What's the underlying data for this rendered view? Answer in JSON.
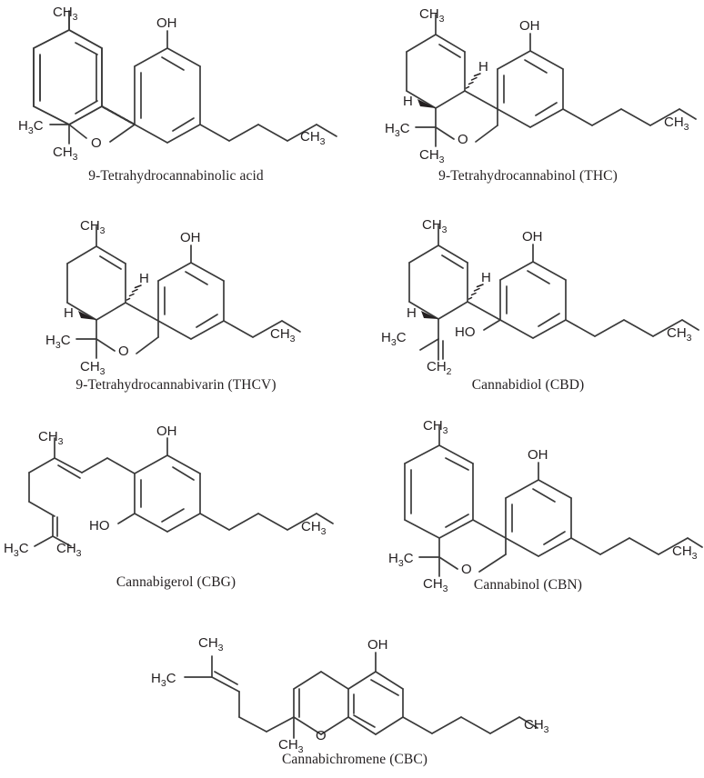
{
  "page": {
    "title": "Cannabinoid chemical structures",
    "background_color": "#ffffff",
    "bond_color": "#3a3a3a",
    "text_color": "#231f20",
    "columns": 2,
    "molecule_count": 7
  },
  "labels": {
    "ch3": "CH",
    "ch3_sub": "3",
    "h3c_h": "H",
    "h3c_sub": "3",
    "h3c_c": "C",
    "ch2": "CH",
    "ch2_sub": "2",
    "oh": "OH",
    "ho": "HO",
    "o": "O",
    "h": "H"
  },
  "molecules": [
    {
      "id": "thca",
      "caption": "9-Tetrahydrocannabinolic acid",
      "row": 1,
      "col": 1,
      "ring_system": "benzochromene",
      "side_chain": "pentyl",
      "substituents": [
        "CH3",
        "OH",
        "O",
        "H3C",
        "CH3",
        "CH3"
      ]
    },
    {
      "id": "thc",
      "caption": "9-Tetrahydrocannabinol (THC)",
      "row": 1,
      "col": 2,
      "ring_system": "tetrahydrobenzochromene",
      "side_chain": "pentyl",
      "substituents": [
        "CH3",
        "H",
        "OH",
        "H",
        "H3C",
        "CH3",
        "CH3"
      ]
    },
    {
      "id": "thcv",
      "caption": "9-Tetrahydrocannabivarin (THCV)",
      "row": 2,
      "col": 1,
      "ring_system": "tetrahydrobenzochromene",
      "side_chain": "propyl",
      "substituents": [
        "CH3",
        "H",
        "OH",
        "H",
        "H3C",
        "CH3",
        "CH3"
      ]
    },
    {
      "id": "cbd",
      "caption": "Cannabidiol (CBD)",
      "row": 2,
      "col": 2,
      "ring_system": "cyclohexene-resorcinol",
      "side_chain": "pentyl",
      "substituents": [
        "CH3",
        "H",
        "OH",
        "H",
        "H3C",
        "CH2",
        "HO",
        "CH3"
      ]
    },
    {
      "id": "cbg",
      "caption": "Cannabigerol (CBG)",
      "row": 3,
      "col": 1,
      "ring_system": "resorcinol",
      "side_chain": "pentyl",
      "substituents": [
        "CH3",
        "OH",
        "HO",
        "H3C",
        "CH3",
        "CH3"
      ]
    },
    {
      "id": "cbn",
      "caption": "Cannabinol (CBN)",
      "row": 3,
      "col": 2,
      "ring_system": "dibenzopyran",
      "side_chain": "pentyl",
      "substituents": [
        "CH3",
        "OH",
        "O",
        "H3C",
        "CH3",
        "CH3"
      ]
    },
    {
      "id": "cbc",
      "caption": "Cannabichromene (CBC)",
      "row": 4,
      "col": 0,
      "ring_system": "chromene",
      "side_chain": "pentyl",
      "substituents": [
        "H3C",
        "CH3",
        "OH",
        "O",
        "CH3",
        "CH3"
      ]
    }
  ]
}
